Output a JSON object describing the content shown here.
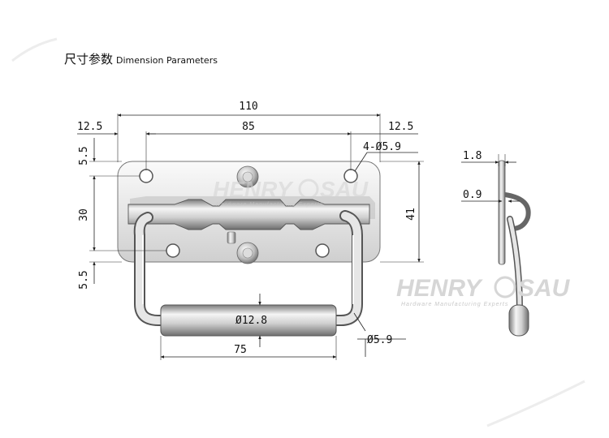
{
  "title": {
    "zh": "尺寸参数",
    "en": "Dimension Parameters"
  },
  "dimensions": {
    "overall_width": "110",
    "hole_spacing": "85",
    "edge_left": "12.5",
    "edge_right": "12.5",
    "hole_count_dia": "4-Ø5.9",
    "top_margin": "5.5",
    "vertical_spacing": "30",
    "bottom_margin": "5.5",
    "height": "41",
    "grip_dia": "Ø12.8",
    "grip_length": "75",
    "rod_dia": "Ø5.9",
    "side_thickness": "1.8",
    "side_thin": "0.9"
  },
  "watermark": {
    "brand_left": "HENRY",
    "brand_right": "SAU",
    "tagline": "Hardware Manufacturing Experts"
  },
  "colors": {
    "line": "#222222",
    "metal_light": "#f0f0f0",
    "metal_dark": "#8a8a8a",
    "watermark": "#d0d0d0"
  }
}
